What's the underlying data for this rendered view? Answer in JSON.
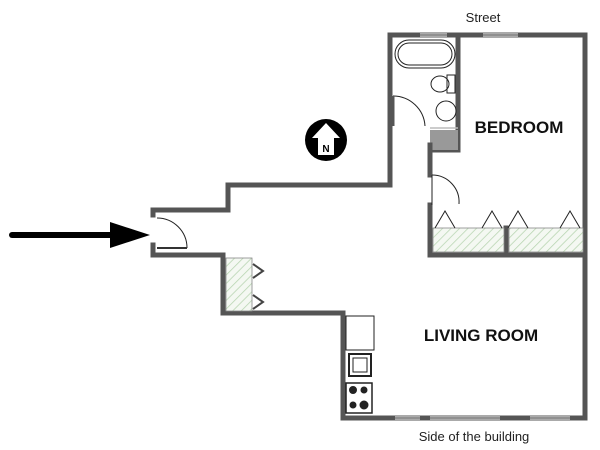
{
  "labels": {
    "street": "Street",
    "side": "Side of the building",
    "bedroom": "BEDROOM",
    "living_room": "LIVING ROOM",
    "north": "N"
  },
  "icons": [
    "entry-arrow-icon",
    "north-arrow-icon"
  ],
  "colors": {
    "wall": "#555555",
    "hatch": "#b7d4b0",
    "text": "#111111"
  }
}
